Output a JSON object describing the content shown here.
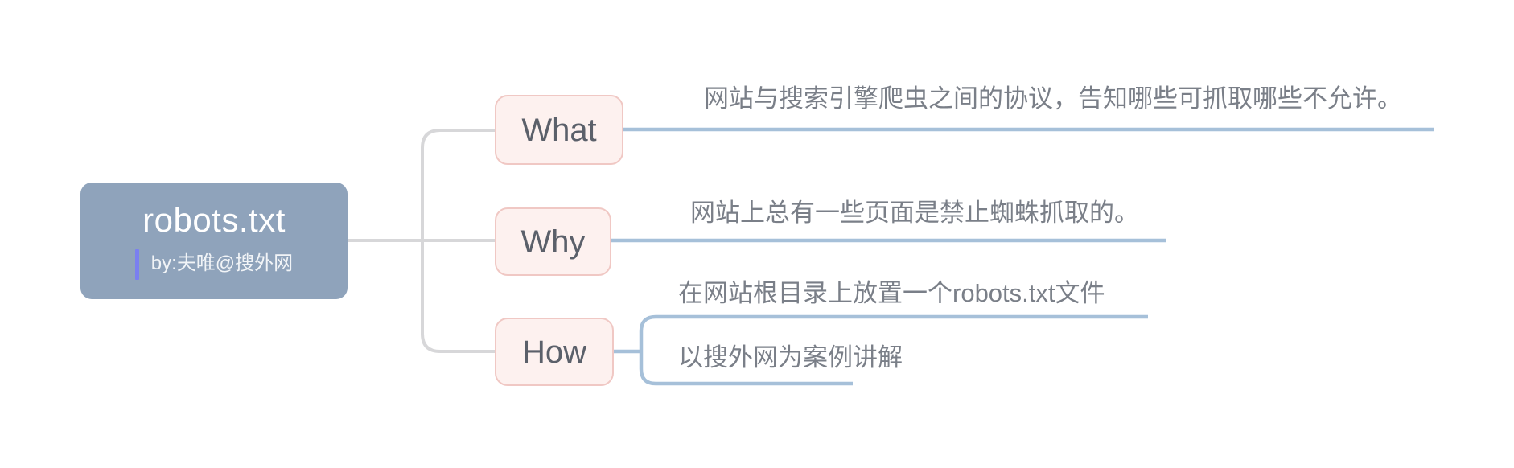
{
  "mindmap": {
    "root": {
      "title": "robots.txt",
      "subtitle": "by:夫唯@搜外网"
    },
    "branches": [
      {
        "label": "What",
        "children": [
          "网站与搜索引擎爬虫之间的协议，告知哪些可抓取哪些不允许。"
        ]
      },
      {
        "label": "Why",
        "children": [
          "网站上总有一些页面是禁止蜘蛛抓取的。"
        ]
      },
      {
        "label": "How",
        "children": [
          "在网站根目录上放置一个robots.txt文件",
          "以搜外网为案例讲解"
        ]
      }
    ],
    "colors": {
      "root_fill": "#8fa3bb",
      "root_text": "#ffffff",
      "accent_bar": "#7a7ff0",
      "branch_fill": "#fdf1ef",
      "branch_border": "#f0c8c4",
      "branch_text": "#5b606a",
      "leaf_text": "#7a7f88",
      "branch_line": "#a6c0d9",
      "trunk_line": "#d7d7d9"
    }
  }
}
